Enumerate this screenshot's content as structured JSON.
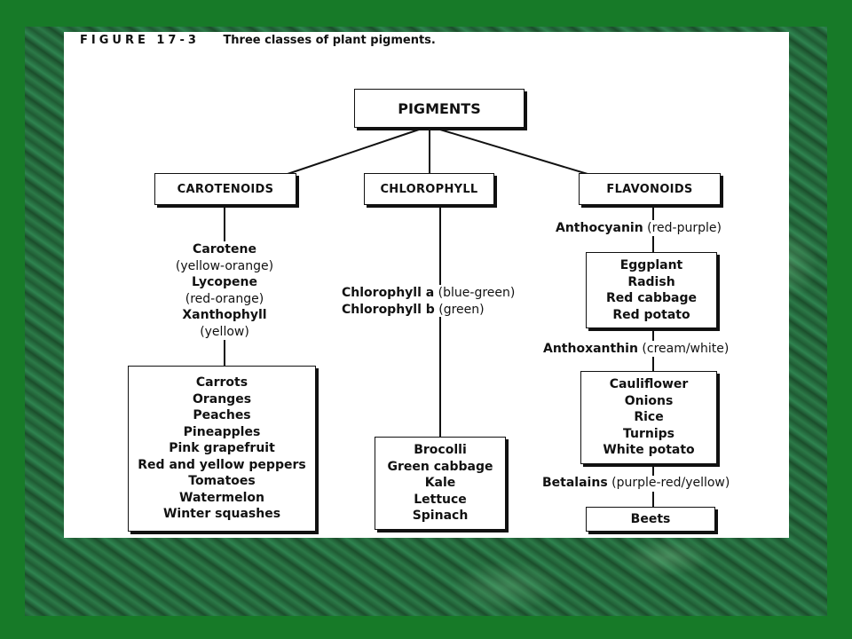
{
  "figure": {
    "number": "FIGURE 17-3",
    "title": "Three classes of plant pigments."
  },
  "root": "PIGMENTS",
  "branches": {
    "carotenoids": {
      "label": "CAROTENOIDS",
      "pigments": [
        {
          "name": "Carotene",
          "color": "(yellow-orange)"
        },
        {
          "name": "Lycopene",
          "color": "(red-orange)"
        },
        {
          "name": "Xanthophyll",
          "color": "(yellow)"
        }
      ],
      "foods": [
        "Carrots",
        "Oranges",
        "Peaches",
        "Pineapples",
        "Pink grapefruit",
        "Red and yellow peppers",
        "Tomatoes",
        "Watermelon",
        "Winter squashes"
      ]
    },
    "chlorophyll": {
      "label": "CHLOROPHYLL",
      "pigments": [
        {
          "name": "Chlorophyll a",
          "color": "(blue-green)"
        },
        {
          "name": "Chlorophyll b",
          "color": "(green)"
        }
      ],
      "foods": [
        "Brocolli",
        "Green cabbage",
        "Kale",
        "Lettuce",
        "Spinach"
      ]
    },
    "flavonoids": {
      "label": "FLAVONOIDS",
      "groups": [
        {
          "name": "Anthocyanin",
          "color": "(red-purple)",
          "foods": [
            "Eggplant",
            "Radish",
            "Red cabbage",
            "Red potato"
          ]
        },
        {
          "name": "Anthoxanthin",
          "color": "(cream/white)",
          "foods": [
            "Cauliflower",
            "Onions",
            "Rice",
            "Turnips",
            "White potato"
          ]
        },
        {
          "name": "Betalains",
          "color": "(purple-red/yellow)",
          "foods": [
            "Beets"
          ]
        }
      ]
    }
  },
  "colors": {
    "frame": "#177a28",
    "marble": "#265f3a",
    "figure_background": "#ffffff",
    "ink": "#111111"
  }
}
